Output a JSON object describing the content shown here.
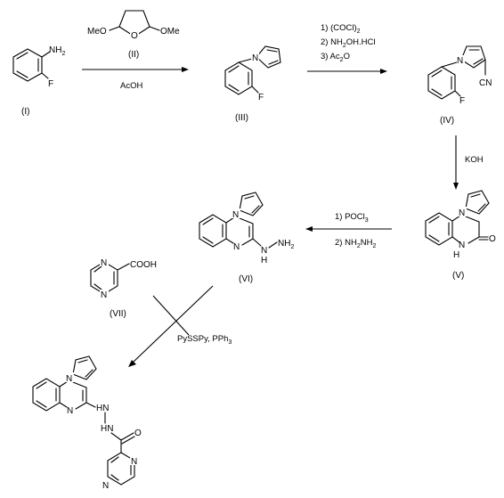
{
  "title": "",
  "compounds": {
    "I": {
      "label": "(I)",
      "atoms": {
        "nh2": "NH",
        "nh2_sub": "2",
        "f": "F"
      }
    },
    "II": {
      "label": "(II)",
      "atoms": {
        "ome_left": "MeO",
        "o_ring": "O",
        "ome_right": "OMe"
      }
    },
    "III": {
      "label": "(III)",
      "atoms": {
        "n": "N",
        "f": "F"
      }
    },
    "IV": {
      "label": "(IV)",
      "atoms": {
        "n": "N",
        "f": "F",
        "cn": "CN"
      }
    },
    "V": {
      "label": "(V)",
      "atoms": {
        "n_top": "N",
        "nh": "N",
        "h": "H",
        "o": "O"
      }
    },
    "VI": {
      "label": "(VI)",
      "atoms": {
        "n_top": "N",
        "n_bottom": "N",
        "nh": "N",
        "h": "H",
        "nh2": "NH",
        "nh2_sub": "2"
      }
    },
    "VII": {
      "label": "(VII)",
      "atoms": {
        "n1": "N",
        "n2": "N",
        "cooh": "COOH"
      }
    },
    "product": {
      "atoms": {
        "n_top": "N",
        "n_bottom": "N",
        "hn": "HN",
        "nh": "N",
        "h": "H",
        "o": "O",
        "pz_n1": "N",
        "pz_n2": "N"
      }
    }
  },
  "conditions": {
    "step1": "AcOH",
    "step2": {
      "line1": "1) (COCl)",
      "line1_sub": "2",
      "line2": "2) NH",
      "line2_sub": "2",
      "line2_rest": "OH.HCl",
      "line3": "3) Ac",
      "line3_sub": "2",
      "line3_rest": "O"
    },
    "step3": "KOH",
    "step4": {
      "line1": "1) POCl",
      "line1_sub": "3",
      "line2": "2)  NH",
      "line2_sub1": "2",
      "line2_mid": "NH",
      "line2_sub2": "2"
    },
    "step5": {
      "text": "PySSPy, PPh",
      "sub": "3"
    }
  }
}
